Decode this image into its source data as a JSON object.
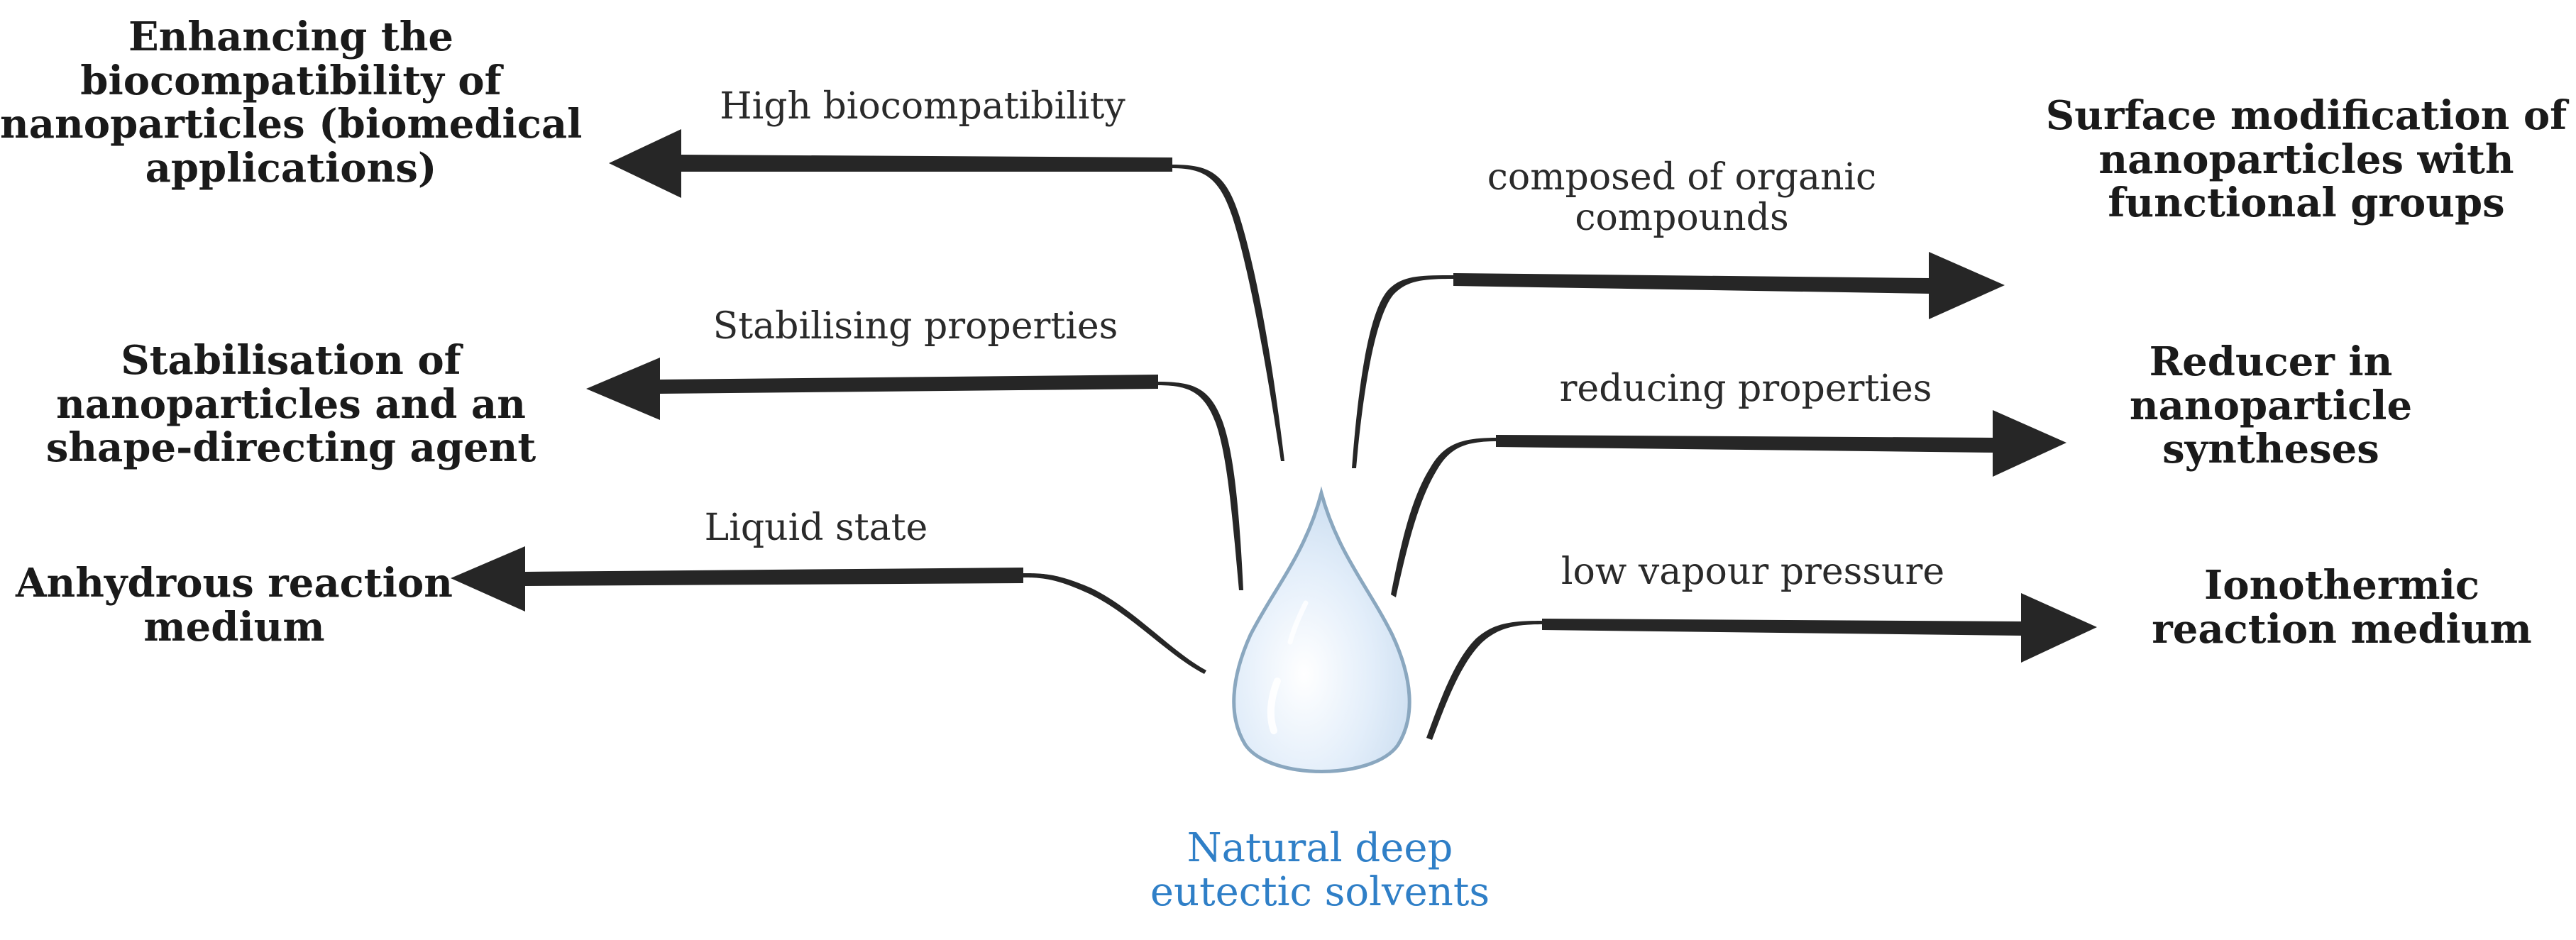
{
  "center": {
    "label_line1": "Natural deep",
    "label_line2": "eutectic solvents",
    "label_color": "#2f7fc7",
    "drop_fill": "#e3eefa",
    "drop_stroke": "#8aa7bf"
  },
  "colors": {
    "arrow": "#262626",
    "outcome_text": "#1a1a1a",
    "property_text": "#2a2a2a"
  },
  "left_branches": [
    {
      "property": "High biocompatibility",
      "outcome_lines": [
        "Enhancing the",
        "biocompatibility of",
        "nanoparticles (biomedical",
        "applications)"
      ]
    },
    {
      "property": "Stabilising properties",
      "outcome_lines": [
        "Stabilisation of",
        "nanoparticles and an",
        "shape-directing agent"
      ]
    },
    {
      "property": "Liquid state",
      "outcome_lines": [
        "Anhydrous reaction",
        "medium"
      ]
    }
  ],
  "right_branches": [
    {
      "property_lines": [
        "composed of organic",
        "compounds"
      ],
      "outcome_lines": [
        "Surface modification of",
        "nanoparticles with",
        "functional groups"
      ]
    },
    {
      "property_lines": [
        "reducing properties"
      ],
      "outcome_lines": [
        "Reducer in",
        "nanoparticle",
        "syntheses"
      ]
    },
    {
      "property_lines": [
        "low vapour pressure"
      ],
      "outcome_lines": [
        "Ionothermic",
        "reaction medium"
      ]
    }
  ]
}
